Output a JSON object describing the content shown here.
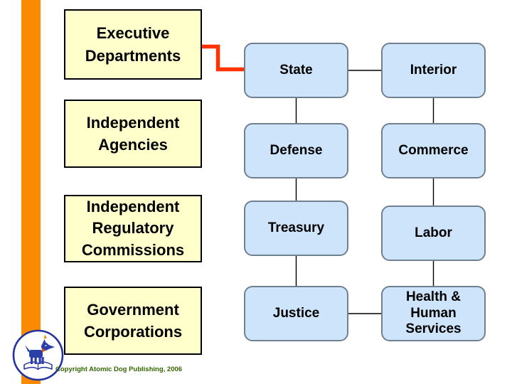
{
  "category_boxes": [
    {
      "label": "Executive Departments"
    },
    {
      "label": "Independent Agencies"
    },
    {
      "label": "Independent Regulatory Commissions"
    },
    {
      "label": "Government Corporations"
    }
  ],
  "department_boxes": {
    "col1": [
      {
        "label": "State"
      },
      {
        "label": "Defense"
      },
      {
        "label": "Treasury"
      },
      {
        "label": "Justice"
      }
    ],
    "col2": [
      {
        "label": "Interior"
      },
      {
        "label": "Commerce"
      },
      {
        "label": "Labor"
      },
      {
        "label": "Health & Human Services"
      }
    ]
  },
  "footer": {
    "copyright": "Copyright Atomic Dog Publishing, 2006"
  },
  "icons": {
    "logo": "atomic-dog-logo"
  },
  "colors": {
    "accent_bar": "#FA8A00",
    "category_fill": "#FFFFCC",
    "category_border": "#000000",
    "department_fill": "#CDE4FA",
    "department_border": "#708090",
    "connector": "#000000",
    "red_connector": "#FF3300",
    "logo_blue": "#2433A0",
    "copyright_text": "#336600"
  }
}
